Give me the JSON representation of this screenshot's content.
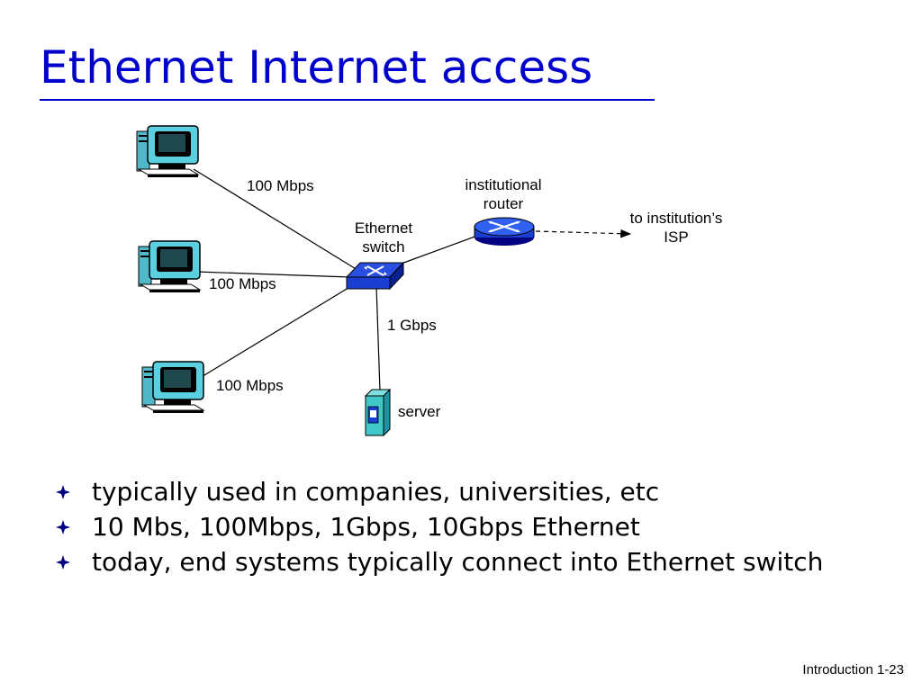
{
  "slide": {
    "title": "Ethernet Internet access",
    "footer": "Introduction 1-23"
  },
  "diagram": {
    "links": {
      "pc_top": "100 Mbps",
      "pc_middle": "100 Mbps",
      "pc_bottom": "100 Mbps",
      "server": "1 Gbps"
    },
    "router_label_line1": "institutional",
    "router_label_line2": "router",
    "switch_label_line1": "Ethernet",
    "switch_label_line2": "switch",
    "isp_label_line1": "to institution’s",
    "isp_label_line2": "ISP",
    "server_label": "server",
    "colors": {
      "device_blue": "#1a3fd0",
      "device_dark": "#000080",
      "server_teal": "#40c8c8",
      "monitor_cyan": "#7fd8e8"
    },
    "icons": [
      "computer-icon",
      "computer-icon",
      "computer-icon",
      "switch-icon",
      "router-icon",
      "server-icon"
    ]
  },
  "bullets": [
    "typically used in companies, universities, etc",
    "10 Mbs, 100Mbps, 1Gbps, 10Gbps Ethernet",
    "today, end systems typically connect into Ethernet switch"
  ]
}
